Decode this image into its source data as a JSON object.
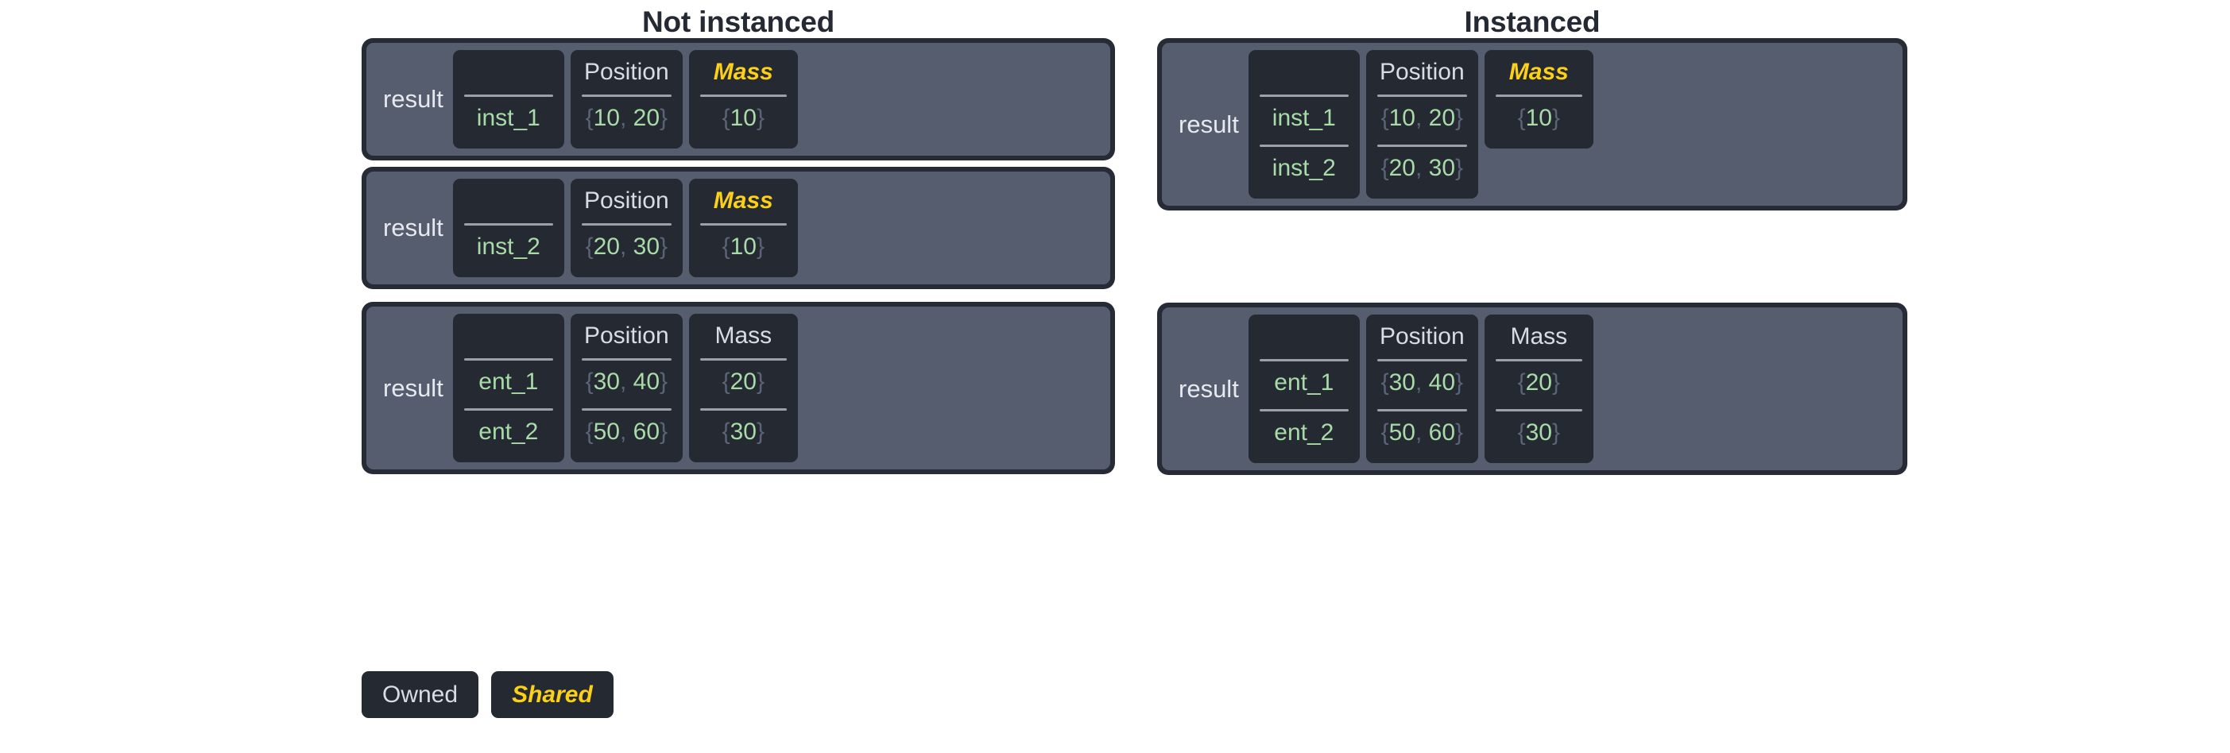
{
  "panels": [
    {
      "title": "Not instanced",
      "tables": [
        {
          "result_label": "result",
          "columns": [
            {
              "header": "",
              "shared": false
            },
            {
              "header": "Position",
              "shared": false
            },
            {
              "header": "Mass",
              "shared": true
            }
          ],
          "rows": [
            {
              "name": "inst_1",
              "position": "{10, 20}",
              "mass": "{10}"
            }
          ]
        },
        {
          "result_label": "result",
          "columns": [
            {
              "header": "",
              "shared": false
            },
            {
              "header": "Position",
              "shared": false
            },
            {
              "header": "Mass",
              "shared": true
            }
          ],
          "rows": [
            {
              "name": "inst_2",
              "position": "{20, 30}",
              "mass": "{10}"
            }
          ]
        },
        {
          "result_label": "result",
          "columns": [
            {
              "header": "",
              "shared": false
            },
            {
              "header": "Position",
              "shared": false
            },
            {
              "header": "Mass",
              "shared": false
            }
          ],
          "rows": [
            {
              "name": "ent_1",
              "position": "{30, 40}",
              "mass": "{20}"
            },
            {
              "name": "ent_2",
              "position": "{50, 60}",
              "mass": "{30}"
            }
          ]
        }
      ]
    },
    {
      "title": "Instanced",
      "tables": [
        {
          "result_label": "result",
          "columns": [
            {
              "header": "",
              "shared": false
            },
            {
              "header": "Position",
              "shared": false
            },
            {
              "header": "Mass",
              "shared": true
            }
          ],
          "rows": [
            {
              "name": "inst_1",
              "position": "{10, 20}",
              "mass": "{10}"
            },
            {
              "name": "inst_2",
              "position": "{20, 30}",
              "mass": null
            }
          ]
        },
        {
          "result_label": "result",
          "columns": [
            {
              "header": "",
              "shared": false
            },
            {
              "header": "Position",
              "shared": false
            },
            {
              "header": "Mass",
              "shared": false
            }
          ],
          "rows": [
            {
              "name": "ent_1",
              "position": "{30, 40}",
              "mass": "{20}"
            },
            {
              "name": "ent_2",
              "position": "{50, 60}",
              "mass": "{30}"
            }
          ]
        }
      ]
    }
  ],
  "legend": [
    {
      "label": "Owned",
      "shared": false
    },
    {
      "label": "Shared",
      "shared": true
    }
  ],
  "colors": {
    "page_background": "#ffffff",
    "frame_border": "#262b36",
    "frame_interior": "#565d6e",
    "column_card": "#242932",
    "value_green": "#a8dba8",
    "brace_gray": "#5b6476",
    "header_white": "#d8dce4",
    "shared_yellow": "#fcd017",
    "rule_gray": "#9aa1ad",
    "title_dark": "#242933"
  }
}
